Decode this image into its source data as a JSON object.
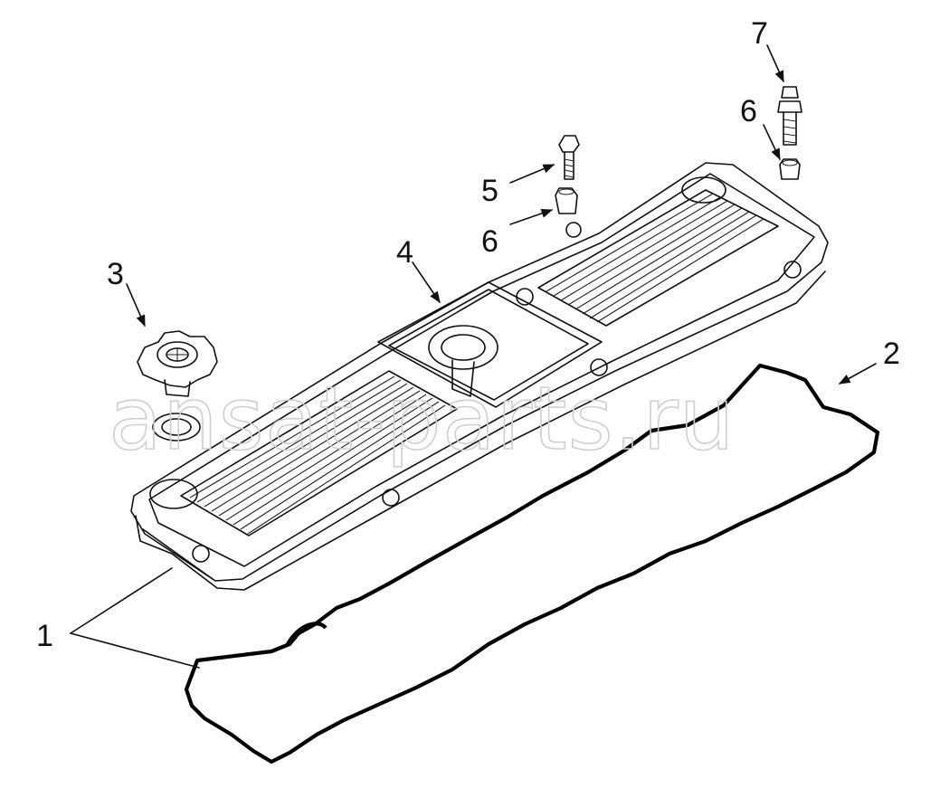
{
  "diagram": {
    "watermark": "ansat-parts.ru",
    "callouts": [
      {
        "id": "1",
        "text": "1"
      },
      {
        "id": "2",
        "text": "2"
      },
      {
        "id": "3",
        "text": "3"
      },
      {
        "id": "4",
        "text": "4"
      },
      {
        "id": "5",
        "text": "5"
      },
      {
        "id": "6a",
        "text": "6"
      },
      {
        "id": "6b",
        "text": "6"
      },
      {
        "id": "7",
        "text": "7"
      }
    ]
  }
}
